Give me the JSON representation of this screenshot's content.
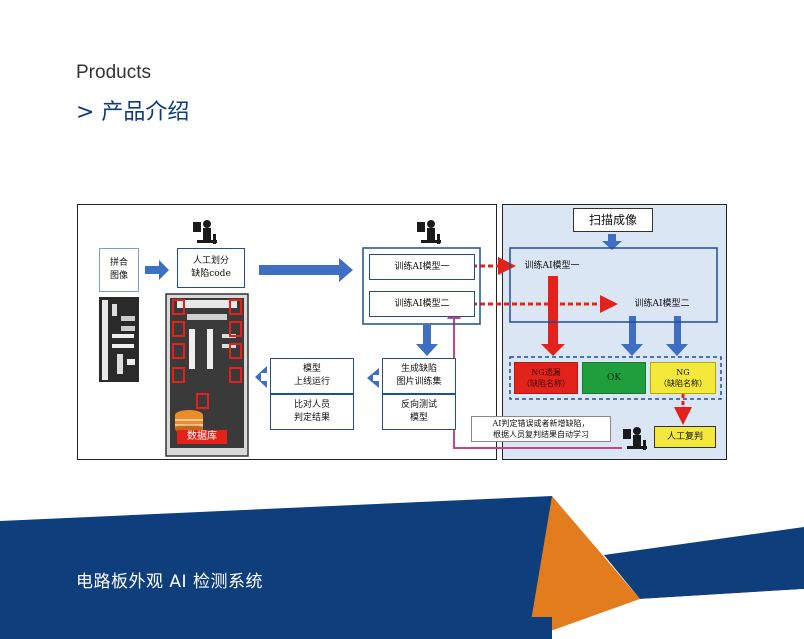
{
  "header": {
    "subtitle": "Products",
    "title": "> 产品介绍"
  },
  "diagram": {
    "scan_label": "扫描成像",
    "stitch_label": [
      "拼合",
      "图像"
    ],
    "manual_label": [
      "人工划分",
      "缺陷code"
    ],
    "model1_label": "训练AI模型一",
    "model2_label": "训练AI模型二",
    "gen_label": [
      "生成缺陷",
      "图片训练集"
    ],
    "reverse_label": [
      "反向测试",
      "模型"
    ],
    "online_label": [
      "模型",
      "上线运行"
    ],
    "compare_label": [
      "比对人员",
      "判定结果"
    ],
    "db_label": "数据库",
    "r_model1_label": "训练AI模型一",
    "r_model2_label": "训练AI模型二",
    "ng_missed_label": [
      "NG遗漏",
      "（缺陷名称）"
    ],
    "ok_label": "OK",
    "ng_label": [
      "NG",
      "（缺陷名称）"
    ],
    "feedback_label": [
      "AI判定错误或者新增缺陷，",
      "根据人员复判结果自动学习"
    ],
    "review_label": "人工复判"
  },
  "footer": {
    "title": "电路板外观 AI 检测系统"
  },
  "colors": {
    "navy": "#0f3e7c",
    "orange": "#e27c1d",
    "blue_arrow": "#3e6fc2",
    "red": "#e3231b",
    "green": "#1f9e3d",
    "yellow": "#f4e93b",
    "panel": "#dbe6f4"
  }
}
